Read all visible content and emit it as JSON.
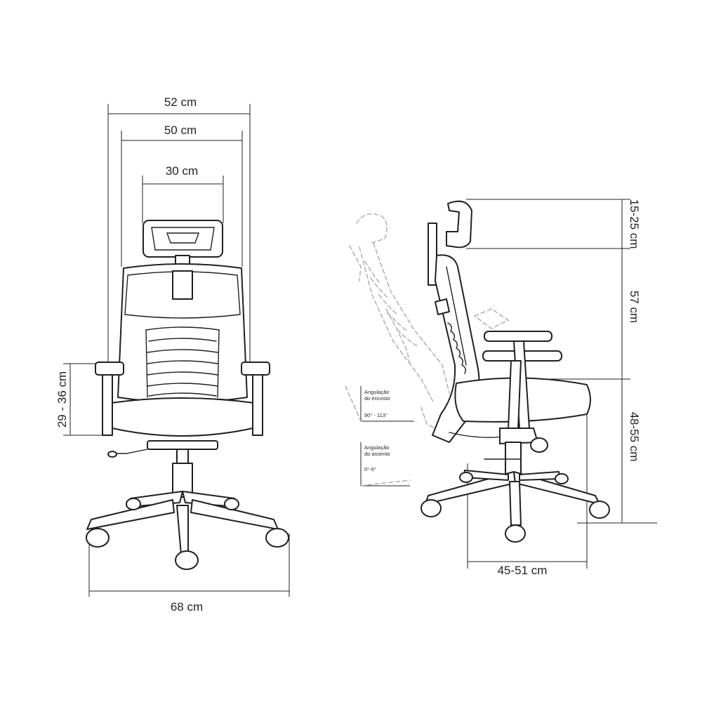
{
  "front_view": {
    "dimensions": {
      "overall_width": "52 cm",
      "backrest_width": "50 cm",
      "headrest_width": "30 cm",
      "armrest_height": "29 - 36 cm",
      "base_width": "68 cm"
    }
  },
  "side_view": {
    "dimensions": {
      "headrest_adjust": "15-25 cm",
      "backrest_height": "57 cm",
      "seat_height": "48-55 cm",
      "seat_depth": "45-51 cm"
    },
    "backrest_angle": {
      "label_line1": "Angulação",
      "label_line2": "do encosto",
      "value": "90° - 113°"
    },
    "seat_angle": {
      "label_line1": "Angulação",
      "label_line2": "do assento",
      "value": "0°-5°"
    }
  },
  "colors": {
    "line": "#231f20",
    "ghost": "#a7a9ac",
    "background": "#ffffff"
  }
}
